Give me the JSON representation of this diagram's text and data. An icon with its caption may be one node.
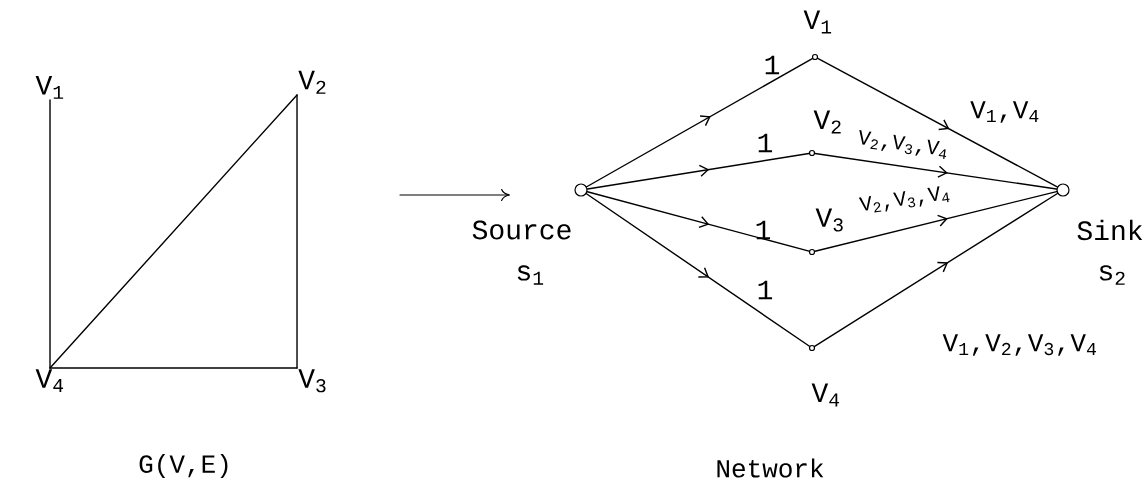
{
  "diagram": {
    "nodes": [
      {
        "text": [
          "V$_{1}$"
        ]
      },
      {
        "text": [
          "V$_{2}$"
        ]
      },
      {
        "text": [
          "V$_{3}$"
        ]
      },
      {
        "text": [
          "V$_{4}$"
        ]
      },
      {
        "text": [],
        "shape": "circle",
        "beside": [
          "Source",
          "s$_{1}$"
        ]
      },
      {
        "text": [],
        "shape": "circle",
        "beside": [
          "V$_{1}$"
        ]
      },
      {
        "text": [],
        "shape": "circle",
        "beside": [
          "V$_{2}$"
        ]
      },
      {
        "text": [],
        "shape": "circle",
        "beside": [
          "V$_{3}$"
        ]
      },
      {
        "text": [],
        "shape": "circle",
        "beside": [
          "V$_{4}$"
        ]
      },
      {
        "text": [],
        "shape": "circle",
        "beside": [
          "Sink",
          "s$_{2}$"
        ]
      }
    ],
    "edges": [
      {
        "from": 0,
        "to": 3,
        "arrow": "none"
      },
      {
        "from": 1,
        "to": 2,
        "arrow": "none"
      },
      {
        "from": 1,
        "to": 3,
        "arrow": "none"
      },
      {
        "from": 3,
        "to": 2,
        "arrow": "none"
      },
      {
        "from": 4,
        "to": 5,
        "arrow": "to",
        "label": "1"
      },
      {
        "from": 4,
        "to": 6,
        "arrow": "to",
        "label": "1"
      },
      {
        "from": 4,
        "to": 7,
        "arrow": "to",
        "label": "1"
      },
      {
        "from": 4,
        "to": 8,
        "arrow": "to",
        "label": "1"
      },
      {
        "from": 5,
        "to": 9,
        "arrow": "to",
        "label": "V$_{1}$,V$_{4}$"
      },
      {
        "from": 6,
        "to": 9,
        "arrow": "to",
        "label": "V$_{2}$,V$_{3}$,V$_{4}$"
      },
      {
        "from": 7,
        "to": 9,
        "arrow": "to",
        "label": "V$_{2}$,V$_{3}$,V$_{4}$"
      },
      {
        "from": 8,
        "to": 9,
        "arrow": "to",
        "label": "V$_{1}$,V$_{2}$,V$_{3}$,V$_{4}$"
      }
    ],
    "labels": [
      "G(V,E)",
      "Network"
    ]
  }
}
